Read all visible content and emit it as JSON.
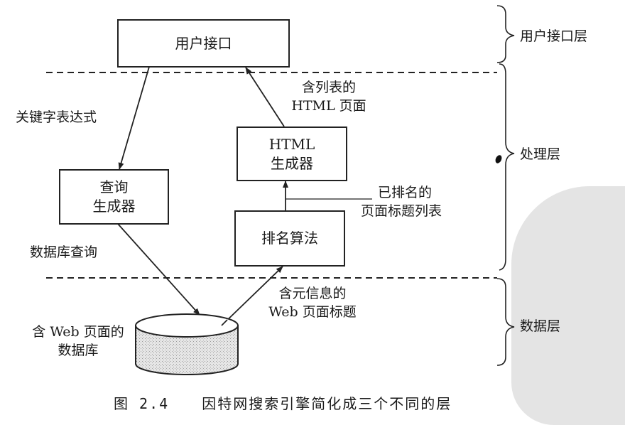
{
  "boxes": {
    "user_interface": "用户接口",
    "html_generator_line1": "HTML",
    "html_generator_line2": "生成器",
    "query_generator_line1": "查询",
    "query_generator_line2": "生成器",
    "ranking_algorithm": "排名算法",
    "database": ""
  },
  "edge_labels": {
    "keyword_expression": "关键字表达式",
    "html_page_with_list_line1": "含列表的",
    "html_page_with_list_line2": "HTML 页面",
    "ranked_titles_line1": "已排名的",
    "ranked_titles_line2": "页面标题列表",
    "database_query": "数据库查询",
    "web_titles_meta_line1": "含元信息的",
    "web_titles_meta_line2": "Web 页面标题",
    "database_desc_line1": "含 Web 页面的",
    "database_desc_line2": "数据库"
  },
  "layers": {
    "user_interface_layer": "用户接口层",
    "processing_layer": "处理层",
    "data_layer": "数据层"
  },
  "caption": {
    "figure_number": "图 2.4",
    "title": "因特网搜索引擎简化成三个不同的层"
  },
  "colors": {
    "line": "#222222",
    "db_fill": "#d8d8d8",
    "watermark": "#e4e4e4"
  }
}
